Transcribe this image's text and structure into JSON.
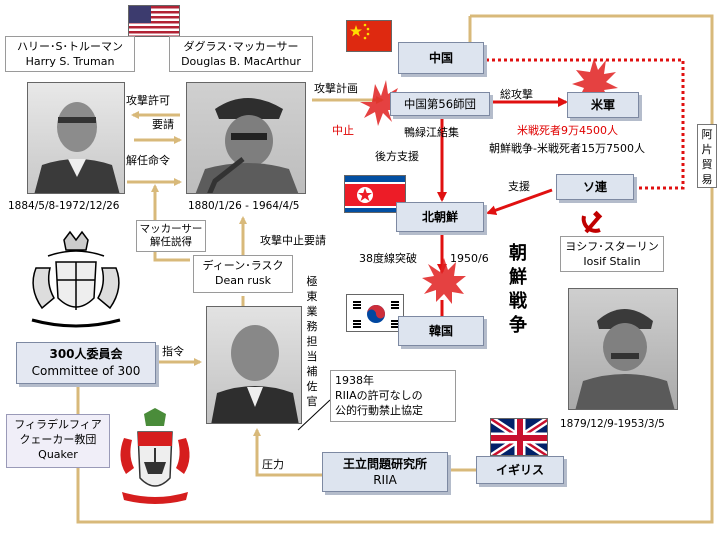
{
  "truman": {
    "name_jp": "ハリー･S･トルーマン",
    "name_en": "Harry S. Truman",
    "dates": "1884/5/8-1972/12/26"
  },
  "macarthur": {
    "name_jp": "ダグラス･マッカーサー",
    "name_en": "Douglas B. MacArthur",
    "dates": "1880/1/26 - 1964/4/5"
  },
  "rusk": {
    "name_jp": "ディーン･ラスク",
    "name_en": "Dean rusk",
    "role_vertical": "極東業務担当補佐官"
  },
  "stalin": {
    "name_jp": "ヨシフ･スターリン",
    "name_en": "Iosif Stalin",
    "dates": "1879/12/9-1953/3/5"
  },
  "committee": {
    "name_jp": "300人委員会",
    "name_en": "Committee of 300"
  },
  "quaker": {
    "line1": "フィラデルフィア",
    "line2": "クェーカー教団",
    "line3": "Quaker"
  },
  "riia": {
    "name_jp": "王立問題研究所",
    "name_en": "RIIA"
  },
  "nodes": {
    "china": "中国",
    "china_56": "中国第56師団",
    "us_army": "米軍",
    "ussr": "ソ連",
    "north_korea": "北朝鮮",
    "south_korea": "韓国",
    "uk": "イギリス"
  },
  "edges": {
    "attack_permit": "攻撃許可",
    "request": "要請",
    "dismissal": "解任命令",
    "attack_plan": "攻撃計画",
    "halt": "中止",
    "general_attack": "総攻撃",
    "yalu_concentration": "鴨緑江結集",
    "rear_support": "後方支援",
    "support": "支援",
    "stop_attack_request": "攻撃中止要請",
    "instruction": "指令",
    "pressure": "圧力",
    "crossing_38": "38度線突破",
    "date_1950": "1950/6",
    "opium_trade": "阿片貿易"
  },
  "annotations": {
    "persuade_line1": "マッカーサー",
    "persuade_line2": "解任説得",
    "us_deaths": "米戦死者9万4500人",
    "korean_war_deaths": "朝鮮戦争‐米戦死者15万7500人",
    "callout_line1": "1938年",
    "callout_line2": "RIIAの許可なしの",
    "callout_line3": "公的行動禁止協定"
  },
  "title_vertical": "朝鮮戦争",
  "colors": {
    "arrow_gold": "#d8b97a",
    "arrow_red": "#e01010",
    "node_fill": "#dde4ef",
    "node_border": "#7d89a2"
  }
}
